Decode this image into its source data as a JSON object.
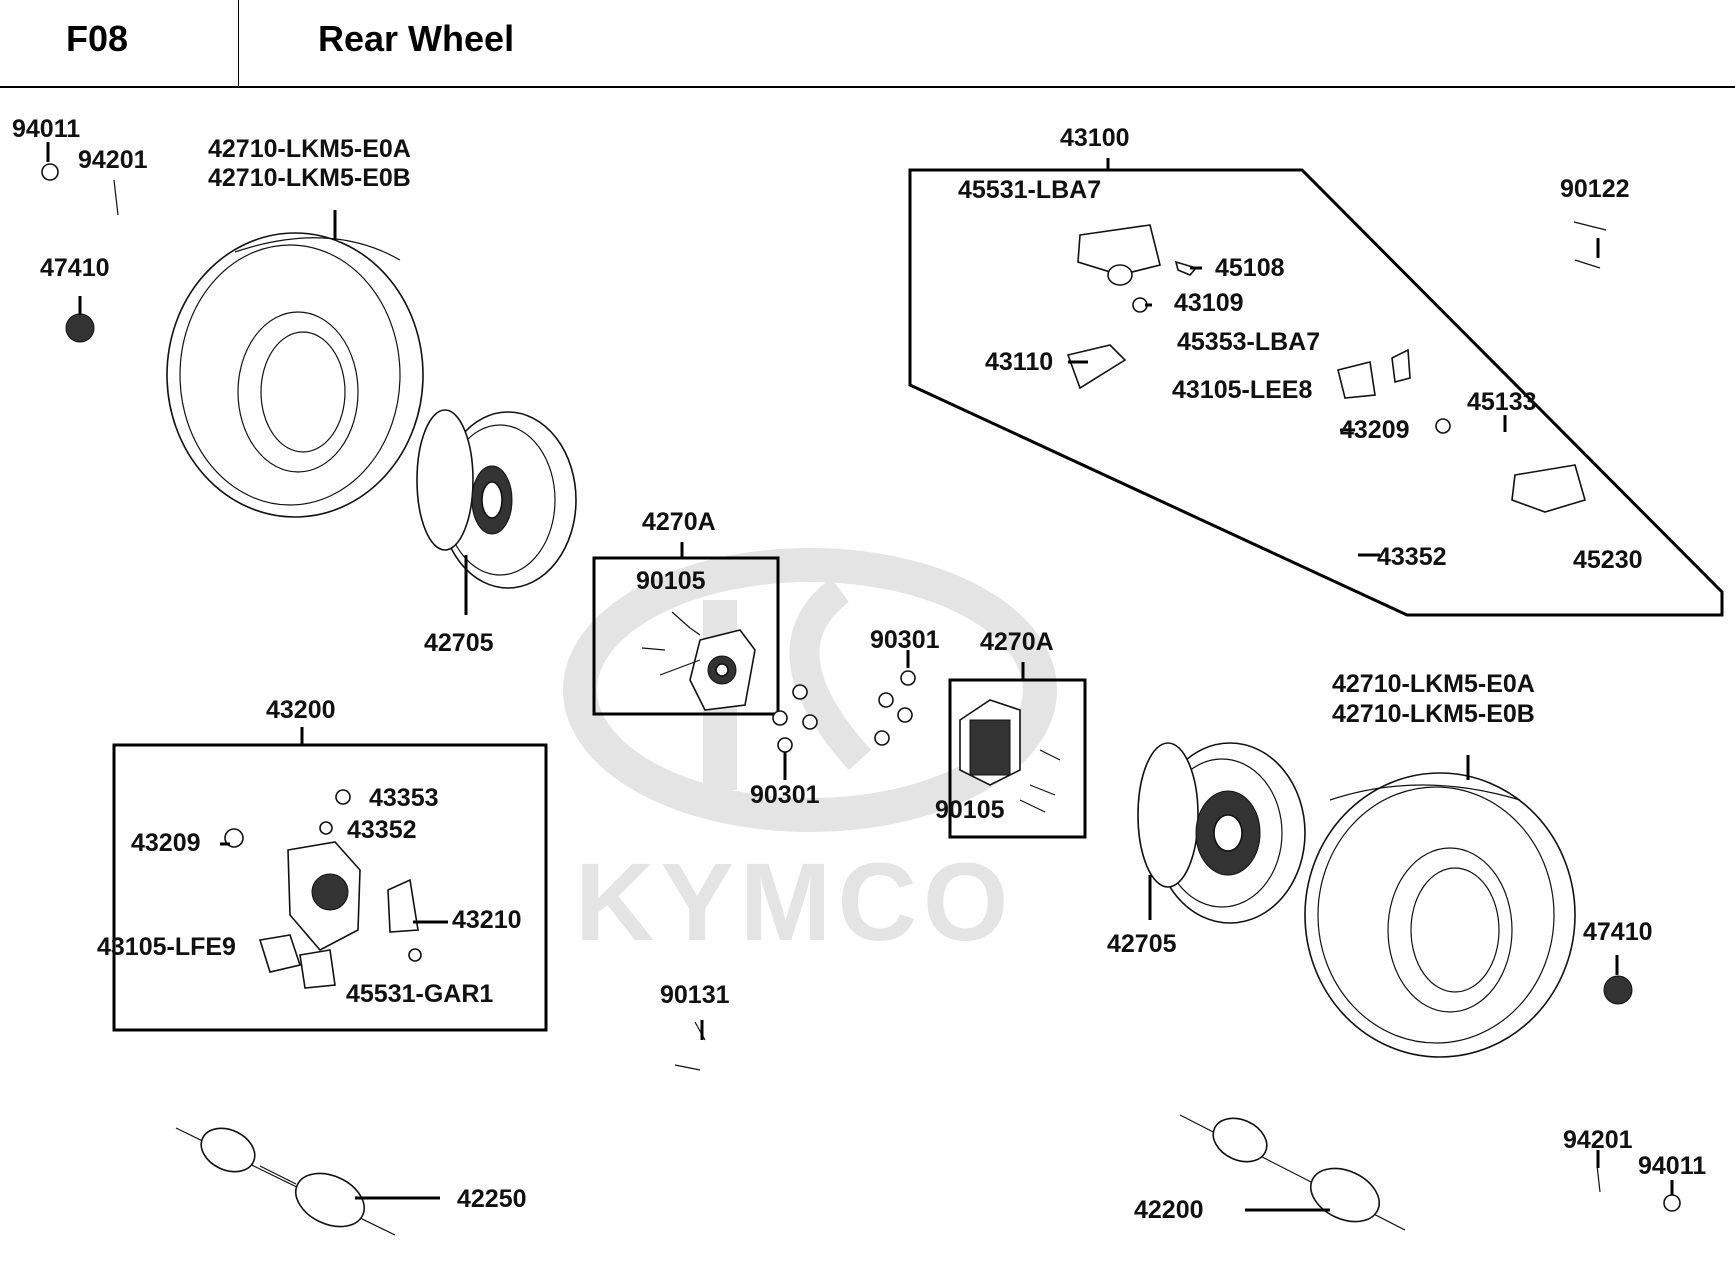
{
  "header": {
    "code": "F08",
    "title": "Rear Wheel"
  },
  "watermark": {
    "brand": "KYMCO",
    "color": "#e4e4e4"
  },
  "parts": {
    "p94011a": "94011",
    "p94201a": "94201",
    "tire_left_1": "42710-LKM5-E0A",
    "tire_left_2": "42710-LKM5-E0B",
    "p47410a": "47410",
    "p42705a": "42705",
    "caliper_assy_r": "43100",
    "p45531_lba7": "45531-LBA7",
    "p45108": "45108",
    "p43109": "43109",
    "p43110": "43110",
    "p45353_lba7": "45353-LBA7",
    "p43105_lee8": "43105-LEE8",
    "p43209a": "43209",
    "p45133": "45133",
    "p43352a": "43352",
    "p45230": "45230",
    "p90122": "90122",
    "hub_left": "4270A",
    "p90105a": "90105",
    "p90301a": "90301",
    "p90301b": "90301",
    "hub_right": "4270A",
    "p90105b": "90105",
    "caliper_assy_l": "43200",
    "p43353": "43353",
    "p43352b": "43352",
    "p43209b": "43209",
    "p43210": "43210",
    "p43105_lfe9": "43105-LFE9",
    "p45531_gar1": "45531-GAR1",
    "p90131": "90131",
    "tire_right_1": "42710-LKM5-E0A",
    "tire_right_2": "42710-LKM5-E0B",
    "p42705b": "42705",
    "p47410b": "47410",
    "p42250": "42250",
    "p42200": "42200",
    "p94201b": "94201",
    "p94011b": "94011"
  }
}
